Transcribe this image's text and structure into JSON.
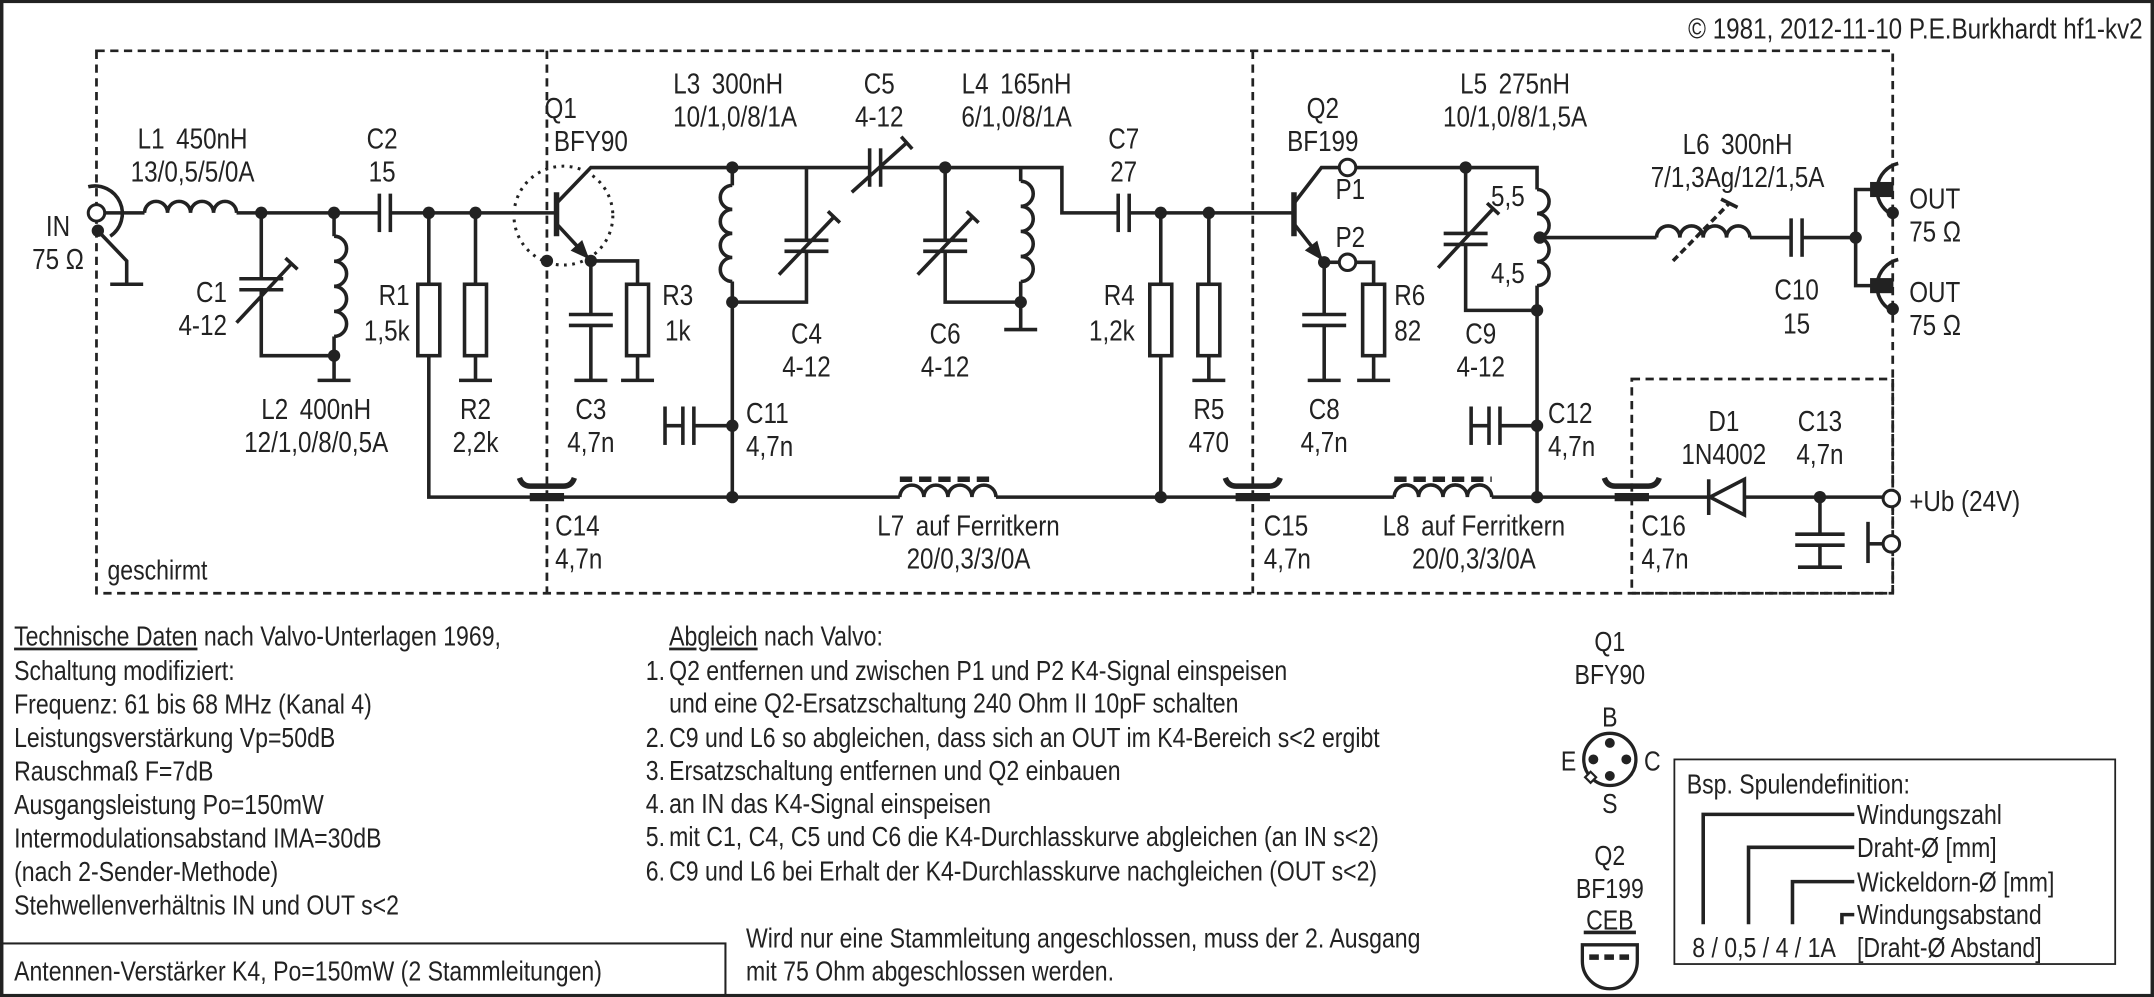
{
  "copyright": "© 1981, 2012-11-10 P.E.Burkhardt hf1-kv2",
  "shield_label": "geschirmt",
  "input": {
    "name": "IN",
    "impedance": "75 Ω"
  },
  "outputs": [
    {
      "name": "OUT",
      "impedance": "75 Ω"
    },
    {
      "name": "OUT",
      "impedance": "75 Ω"
    }
  ],
  "supply": "+Ub (24V)",
  "components": {
    "L1": {
      "ref": "L1",
      "value": "450nH",
      "spec": "13/0,5/5/0A"
    },
    "L2": {
      "ref": "L2",
      "value": "400nH",
      "spec": "12/1,0/8/0,5A"
    },
    "L3": {
      "ref": "L3",
      "value": "300nH",
      "spec": "10/1,0/8/1A"
    },
    "L4": {
      "ref": "L4",
      "value": "165nH",
      "spec": "6/1,0/8/1A"
    },
    "L5": {
      "ref": "L5",
      "value": "275nH",
      "spec": "10/1,0/8/1,5A"
    },
    "L6": {
      "ref": "L6",
      "value": "300nH",
      "spec": "7/1,3Ag/12/1,5A"
    },
    "L7": {
      "ref": "L7",
      "value": "auf Ferritkern",
      "spec": "20/0,3/3/0A"
    },
    "L8": {
      "ref": "L8",
      "value": "auf Ferritkern",
      "spec": "20/0,3/3/0A"
    },
    "C1": {
      "ref": "C1",
      "value": "4-12"
    },
    "C2": {
      "ref": "C2",
      "value": "15"
    },
    "C3": {
      "ref": "C3",
      "value": "4,7n"
    },
    "C4": {
      "ref": "C4",
      "value": "4-12"
    },
    "C5": {
      "ref": "C5",
      "value": "4-12"
    },
    "C6": {
      "ref": "C6",
      "value": "4-12"
    },
    "C7": {
      "ref": "C7",
      "value": "27"
    },
    "C8": {
      "ref": "C8",
      "value": "4,7n"
    },
    "C9": {
      "ref": "C9",
      "value": "4-12"
    },
    "C10": {
      "ref": "C10",
      "value": "15"
    },
    "C11": {
      "ref": "C11",
      "value": "4,7n"
    },
    "C12": {
      "ref": "C12",
      "value": "4,7n"
    },
    "C13": {
      "ref": "C13",
      "value": "4,7n"
    },
    "C14": {
      "ref": "C14",
      "value": "4,7n"
    },
    "C15": {
      "ref": "C15",
      "value": "4,7n"
    },
    "C16": {
      "ref": "C16",
      "value": "4,7n"
    },
    "R1": {
      "ref": "R1",
      "value": "1,5k"
    },
    "R2": {
      "ref": "R2",
      "value": "2,2k"
    },
    "R3": {
      "ref": "R3",
      "value": "1k"
    },
    "R4": {
      "ref": "R4",
      "value": "1,2k"
    },
    "R5": {
      "ref": "R5",
      "value": "470"
    },
    "R6": {
      "ref": "R6",
      "value": "82"
    },
    "Q1": {
      "ref": "Q1",
      "value": "BFY90"
    },
    "Q2": {
      "ref": "Q2",
      "value": "BF199"
    },
    "D1": {
      "ref": "D1",
      "value": "1N4002"
    }
  },
  "test_points": {
    "P1": "P1",
    "P2": "P2"
  },
  "l5_taps": {
    "upper": "5,5",
    "lower": "4,5"
  },
  "specs": {
    "heading_underlined": "Technische Daten",
    "heading_rest": " nach Valvo-Unterlagen 1969,",
    "lines": [
      "Schaltung modifiziert:",
      "Frequenz: 61 bis 68 MHz (Kanal 4)",
      "Leistungsverstärkung Vp=50dB",
      "Rauschmaß F=7dB",
      "Ausgangsleistung Po=150mW",
      "Intermodulationsabstand IMA=30dB",
      "(nach 2-Sender-Methode)",
      "Stehwellenverhältnis IN und OUT s<2"
    ]
  },
  "alignment": {
    "heading_underlined": "Abgleich",
    "heading_rest": " nach Valvo:",
    "steps": [
      {
        "n": "1.",
        "text": "Q2 entfernen und zwischen P1 und P2 K4-Signal einspeisen",
        "cont": "und eine Q2-Ersatzschaltung 240 Ohm II 10pF schalten"
      },
      {
        "n": "2.",
        "text": "C9 und L6 so abgleichen, dass sich an OUT im K4-Bereich  s<2 ergibt"
      },
      {
        "n": "3.",
        "text": "Ersatzschaltung entfernen und Q2 einbauen"
      },
      {
        "n": "4.",
        "text": "an IN das K4-Signal einspeisen"
      },
      {
        "n": "5.",
        "text": "mit C1, C4, C5 und C6 die K4-Durchlasskurve abgleichen (an IN s<2)"
      },
      {
        "n": "6.",
        "text": "C9 und L6 bei Erhalt der K4-Durchlasskurve nachgleichen (OUT s<2)"
      }
    ]
  },
  "pinout": {
    "q1": {
      "ref": "Q1",
      "type": "BFY90",
      "pins": {
        "top": "B",
        "left": "E",
        "right": "C",
        "bottom": "S"
      }
    },
    "q2": {
      "ref": "Q2",
      "type": "BF199",
      "pins": "CEB"
    }
  },
  "coil_definition": {
    "title": "Bsp. Spulendefinition:",
    "fields": [
      "Windungszahl",
      "Draht-Ø [mm]",
      "Wickeldorn-Ø [mm]",
      "Windungsabstand"
    ],
    "example": "8 / 0,5 / 4 / 1A",
    "note": "[Draht-Ø Abstand]"
  },
  "note": {
    "line1": "Wird nur eine Stammleitung angeschlossen, muss der 2. Ausgang",
    "line2": "mit 75 Ohm abgeschlossen werden."
  },
  "title": "Antennen-Verstärker K4, Po=150mW (2 Stammleitungen)"
}
